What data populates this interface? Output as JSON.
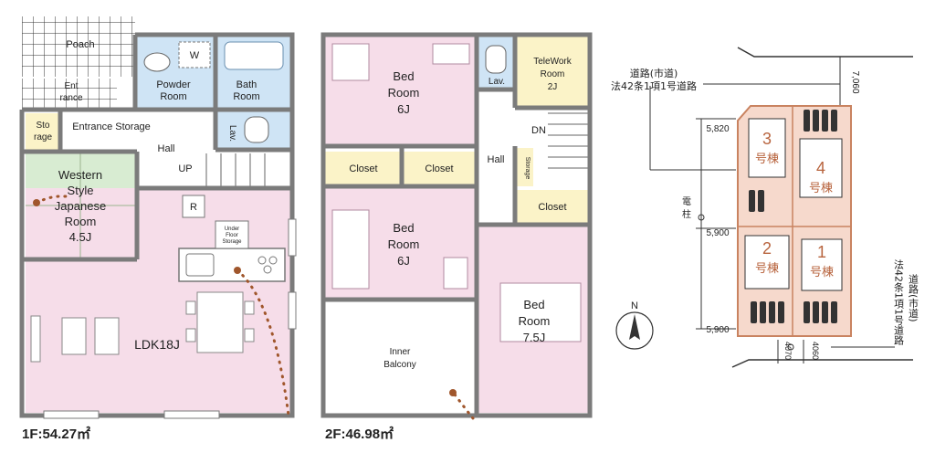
{
  "floor1": {
    "area_label": "1F:54.27㎡",
    "rooms": {
      "porch": "Poach",
      "entrance": [
        "Ent",
        "rance"
      ],
      "wc": "W",
      "powder": [
        "Powder",
        "Room"
      ],
      "bath": [
        "Bath",
        "Room"
      ],
      "storage": [
        "Sto",
        "rage"
      ],
      "entrance_storage": "Entrance Storage",
      "lav": "Lav.",
      "hall": "Hall",
      "up": "UP",
      "western": [
        "Western",
        "Style",
        "Japanese",
        "Room",
        "4.5J"
      ],
      "refrigerator": "R",
      "under_floor": [
        "Under",
        "Floor",
        "Storage"
      ],
      "ldk": "LDK18J"
    }
  },
  "floor2": {
    "area_label": "2F:46.98㎡",
    "rooms": {
      "bed1": [
        "Bed",
        "Room",
        "6J"
      ],
      "lav": "Lav.",
      "telework": [
        "TeleWork",
        "Room",
        "2J"
      ],
      "dn": "DN",
      "closet1": "Closet",
      "closet2": "Closet",
      "hall": "Hall",
      "storage": "Storage",
      "closet3": "Closet",
      "bed2": [
        "Bed",
        "Room",
        "6J"
      ],
      "bed3": [
        "Bed",
        "Room",
        "7.5J"
      ],
      "balcony": [
        "Inner",
        "Balcony"
      ]
    }
  },
  "site": {
    "road_top": [
      "道路(市道)",
      "法42条1項1号道路"
    ],
    "road_right": [
      "法42条1項1号道路",
      "道路(市道)"
    ],
    "pole": [
      "電",
      "柱"
    ],
    "north": "N",
    "dims": {
      "d7060": "7,060",
      "d5820": "5,820",
      "d5900a": "5,900",
      "d5900b": "5,900",
      "d4070": "4070",
      "d4060": "4060"
    },
    "lots": [
      {
        "num": "3",
        "suffix": "号棟"
      },
      {
        "num": "4",
        "suffix": "号棟"
      },
      {
        "num": "2",
        "suffix": "号棟"
      },
      {
        "num": "1",
        "suffix": "号棟"
      }
    ],
    "lot_color": "#f6d9cc",
    "lot_border": "#c98360",
    "lot_text_color": "#b8643e"
  },
  "colors": {
    "pink": "#f6dde9",
    "blue": "#cfe4f5",
    "green": "#d8ecd2",
    "yellow": "#fbf3c8",
    "wall": "#7b7b7b",
    "dots": "#a0562c"
  }
}
